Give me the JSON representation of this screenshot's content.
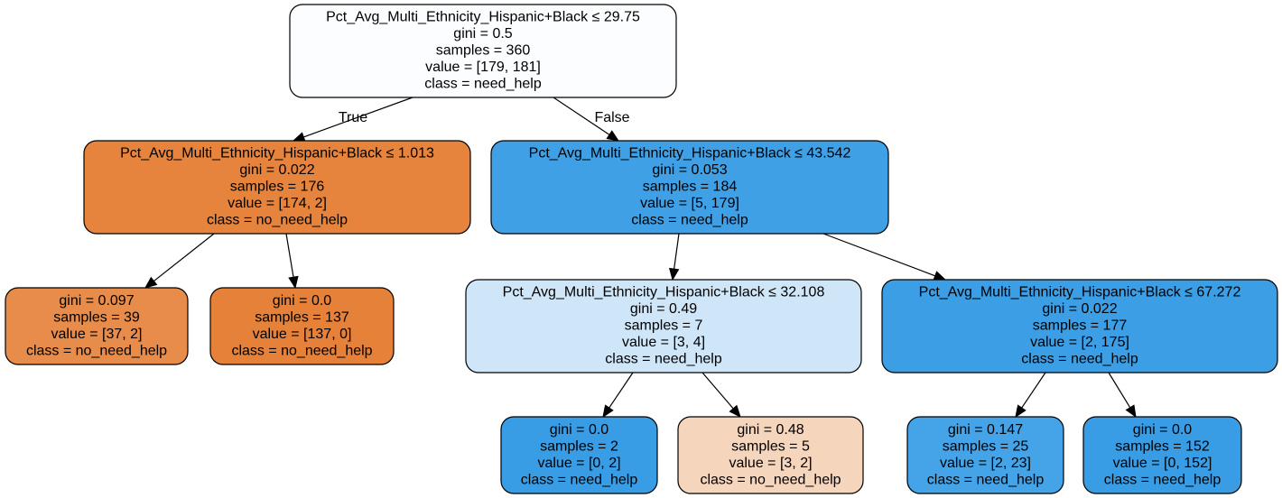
{
  "nodes": [
    {
      "id": "n0",
      "fill": "#fbfdfe",
      "lines": [
        "Pct_Avg_Multi_Ethnicity_Hispanic+Black ≤ 29.75",
        "gini = 0.5",
        "samples = 360",
        "value = [179, 181]",
        "class = need_help"
      ]
    },
    {
      "id": "n1",
      "fill": "#e6843d",
      "lines": [
        "Pct_Avg_Multi_Ethnicity_Hispanic+Black ≤ 1.013",
        "gini = 0.022",
        "samples = 176",
        "value = [174, 2]",
        "class = no_need_help"
      ]
    },
    {
      "id": "n2",
      "fill": "#3fa0e6",
      "lines": [
        "Pct_Avg_Multi_Ethnicity_Hispanic+Black ≤ 43.542",
        "gini = 0.053",
        "samples = 184",
        "value = [5, 179]",
        "class = need_help"
      ]
    },
    {
      "id": "n3",
      "fill": "#e78c4a",
      "lines": [
        "gini = 0.097",
        "samples = 39",
        "value = [37, 2]",
        "class = no_need_help"
      ]
    },
    {
      "id": "n4",
      "fill": "#e58139",
      "lines": [
        "gini = 0.0",
        "samples = 137",
        "value = [137, 0]",
        "class = no_need_help"
      ]
    },
    {
      "id": "n5",
      "fill": "#cee6f8",
      "lines": [
        "Pct_Avg_Multi_Ethnicity_Hispanic+Black ≤ 32.108",
        "gini = 0.49",
        "samples = 7",
        "value = [3, 4]",
        "class = need_help"
      ]
    },
    {
      "id": "n6",
      "fill": "#3c9ee5",
      "lines": [
        "Pct_Avg_Multi_Ethnicity_Hispanic+Black ≤ 67.272",
        "gini = 0.022",
        "samples = 177",
        "value = [2, 175]",
        "class = need_help"
      ]
    },
    {
      "id": "n7",
      "fill": "#399de5",
      "lines": [
        "gini = 0.0",
        "samples = 2",
        "value = [0, 2]",
        "class = need_help"
      ]
    },
    {
      "id": "n8",
      "fill": "#f6d5bd",
      "lines": [
        "gini = 0.48",
        "samples = 5",
        "value = [3, 2]",
        "class = no_need_help"
      ]
    },
    {
      "id": "n9",
      "fill": "#45a3e7",
      "lines": [
        "gini = 0.147",
        "samples = 25",
        "value = [2, 23]",
        "class = need_help"
      ]
    },
    {
      "id": "n10",
      "fill": "#399de5",
      "lines": [
        "gini = 0.0",
        "samples = 152",
        "value = [0, 152]",
        "class = need_help"
      ]
    }
  ],
  "edges": [
    {
      "from": "n0",
      "to": "n1",
      "label": "True"
    },
    {
      "from": "n0",
      "to": "n2",
      "label": "False"
    },
    {
      "from": "n1",
      "to": "n3",
      "label": ""
    },
    {
      "from": "n1",
      "to": "n4",
      "label": ""
    },
    {
      "from": "n2",
      "to": "n5",
      "label": ""
    },
    {
      "from": "n2",
      "to": "n6",
      "label": ""
    },
    {
      "from": "n5",
      "to": "n7",
      "label": ""
    },
    {
      "from": "n5",
      "to": "n8",
      "label": ""
    },
    {
      "from": "n6",
      "to": "n9",
      "label": ""
    },
    {
      "from": "n6",
      "to": "n10",
      "label": ""
    }
  ]
}
